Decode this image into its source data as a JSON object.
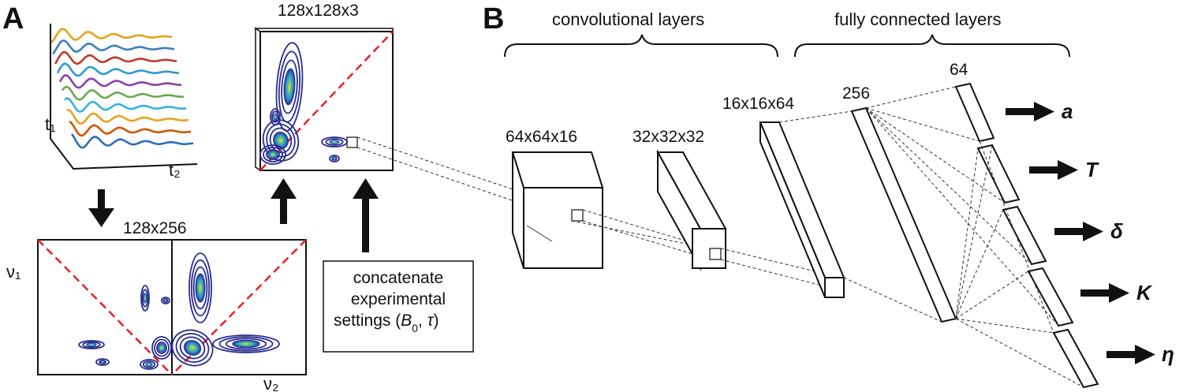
{
  "panels": {
    "a_label": "A",
    "b_label": "B"
  },
  "panel_a": {
    "time_axis_1": "t₁",
    "time_axis_2": "t₂",
    "spectrum_dims": "128x256",
    "freq_axis_1": "ν₁",
    "freq_axis_2": "ν₂",
    "input_dims": "128x128x3",
    "concat_lines": [
      "concatenate",
      "experimental",
      "settings ("
    ],
    "concat_symbols": {
      "b0": "B",
      "b0_sub": "0",
      "sep": ", ",
      "tau": "τ",
      "close": ")"
    },
    "trace_colors": [
      "#e8a21c",
      "#3d7fc1",
      "#c0392b",
      "#2c9ad1",
      "#8e3fa8",
      "#6aa84f",
      "#33b5d9",
      "#e8a21c",
      "#d35400",
      "#2b6fb5"
    ]
  },
  "panel_b": {
    "conv_heading": "convolutional layers",
    "fc_heading": "fully connected layers",
    "layer_dims": [
      "64x64x16",
      "32x32x32",
      "16x16x64",
      "256",
      "64"
    ],
    "outputs": [
      "a",
      "T",
      "δ",
      "K",
      "η"
    ]
  },
  "colors": {
    "contour": "#2b2d8f",
    "contour_mid": "#36a0d8",
    "contour_hot": "#f5d21a",
    "diagonal": "#e8202a"
  }
}
